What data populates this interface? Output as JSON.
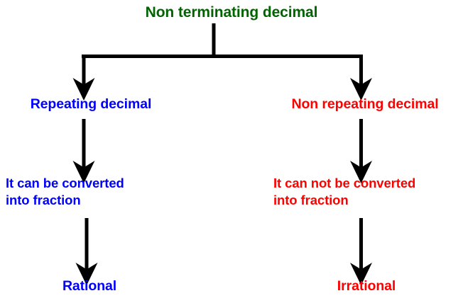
{
  "diagram": {
    "type": "flowchart",
    "title_text": "Non terminating decimal",
    "colors": {
      "root": "#006400",
      "left_branch": "#0000ff",
      "right_branch": "#ff0000",
      "connector": "#000000",
      "background": "#ffffff"
    },
    "nodes": {
      "root": "Non terminating decimal",
      "left_level1": "Repeating decimal",
      "right_level1": "Non repeating decimal",
      "left_level2": "It can be converted\ninto fraction",
      "right_level2": "It can not be converted\ninto fraction",
      "left_leaf": "Rational",
      "right_leaf": "Irrational"
    },
    "connectors": {
      "root_stem": "vertical-line-down-from-root",
      "split_bar": "horizontal-branch-bar",
      "left_branch_arrow": "arrow-down-to-repeating-decimal",
      "right_branch_arrow": "arrow-down-to-non-repeating-decimal",
      "left_arrow_2": "arrow-down-to-can-be-converted",
      "right_arrow_2": "arrow-down-to-can-not-be-converted",
      "left_arrow_3": "arrow-down-to-rational",
      "right_arrow_3": "arrow-down-to-irrational"
    }
  }
}
